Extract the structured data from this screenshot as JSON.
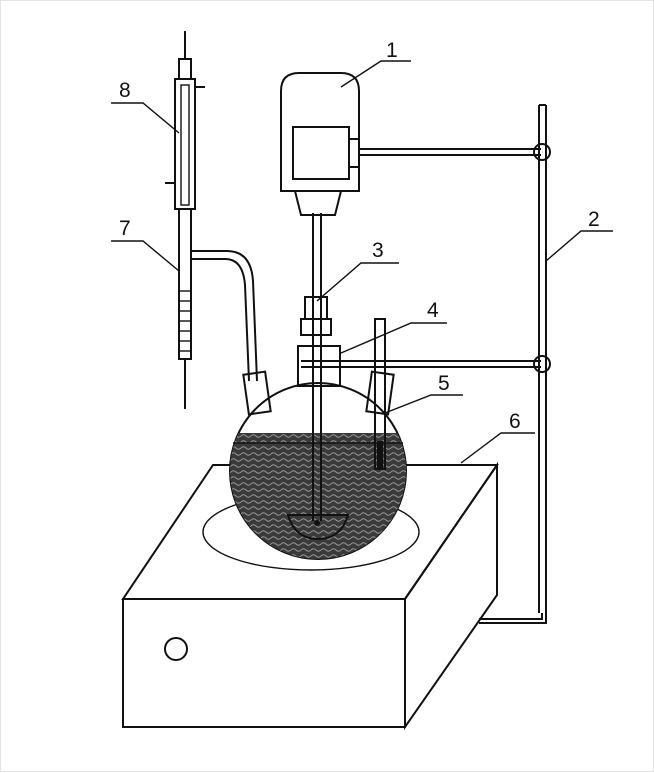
{
  "diagram": {
    "labels": [
      {
        "id": "1",
        "text": "1"
      },
      {
        "id": "2",
        "text": "2"
      },
      {
        "id": "3",
        "text": "3"
      },
      {
        "id": "4",
        "text": "4"
      },
      {
        "id": "5",
        "text": "5"
      },
      {
        "id": "6",
        "text": "6"
      },
      {
        "id": "7",
        "text": "7"
      },
      {
        "id": "8",
        "text": "8"
      }
    ]
  }
}
